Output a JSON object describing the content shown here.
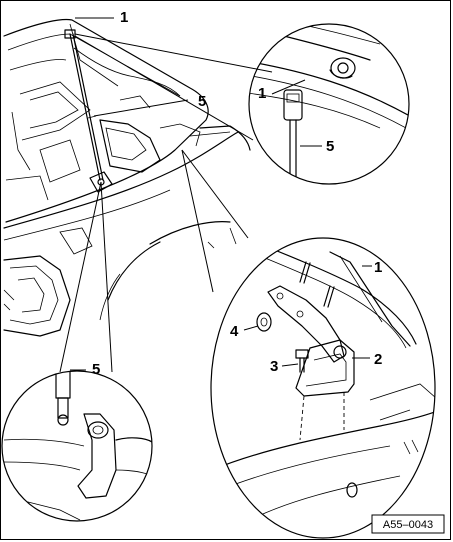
{
  "callouts": {
    "main_strut_top": "1",
    "main_strut_body": "5",
    "detail_top_bonnet": "1",
    "detail_top_strut": "5",
    "detail_right_bonnet": "1",
    "detail_right_nut": "4",
    "detail_right_bolt": "3",
    "detail_right_hinge": "2",
    "detail_left_strut": "5"
  },
  "reference_code": "A55–0043"
}
